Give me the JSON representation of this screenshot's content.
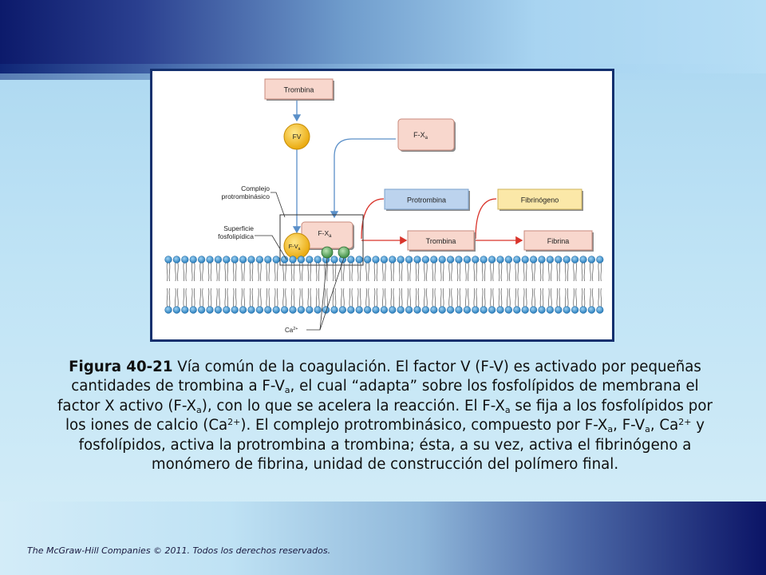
{
  "figure": {
    "boxes": {
      "trombina_top": "Trombina",
      "fxa_top": "F-X",
      "fxa_top_sub": "a",
      "protrombina": "Protrombina",
      "fibrinogeno": "Fibrinógeno",
      "trombina_product": "Trombina",
      "fibrina": "Fibrina",
      "fxa_complex": "F-X",
      "fxa_complex_sub": "a"
    },
    "circles": {
      "fv": "FV",
      "fva": "F-V",
      "fva_sub": "a"
    },
    "labels": {
      "complejo_line1": "Complejo",
      "complejo_line2": "protrombinásico",
      "superficie_line1": "Superficie",
      "superficie_line2": "fosfolipídica",
      "ca": "Ca",
      "ca_sup": "2+"
    },
    "colors": {
      "trombina_box": "#f8d7cd",
      "protrombina_box": "#bcd3ee",
      "fibrinogeno_box": "#fbe8a8",
      "fv_circle": "#f6be1c",
      "ca_ion": "#5aa85a",
      "membrane_head": "#4c9fd6",
      "arrow_red": "#d9342b",
      "arrow_blue": "#5a8fc8"
    }
  },
  "caption": {
    "bold": "Figura 40-21",
    "seg1": " Vía común de la coagulación. El factor V (F-V) es activado por pequeñas cantidades de trombina a F-V",
    "sub1": "a",
    "seg2": ", el cual “adapta” sobre los fosfolípidos de membrana el factor X activo (F-X",
    "sub2": "a",
    "seg3": "), con lo que se acelera la reacción. El F-X",
    "sub3": "a",
    "seg4": " se fija a los fosfolípidos por los iones de calcio (Ca",
    "sup1": "2+",
    "seg5": "). El complejo protrombinásico, compuesto por F-X",
    "sub4": "a",
    "seg6": ", F-V",
    "sub5": "a",
    "seg7": ", Ca",
    "sup2": "2+",
    "seg8": " y fosfolípidos, activa la protrombina a trombina; ésta, a su vez, activa el fibrinógeno a monómero de fibrina, unidad de construcción del polímero final."
  },
  "footer": {
    "copyright": "The McGraw-Hill Companies © 2011. Todos los derechos reservados."
  }
}
